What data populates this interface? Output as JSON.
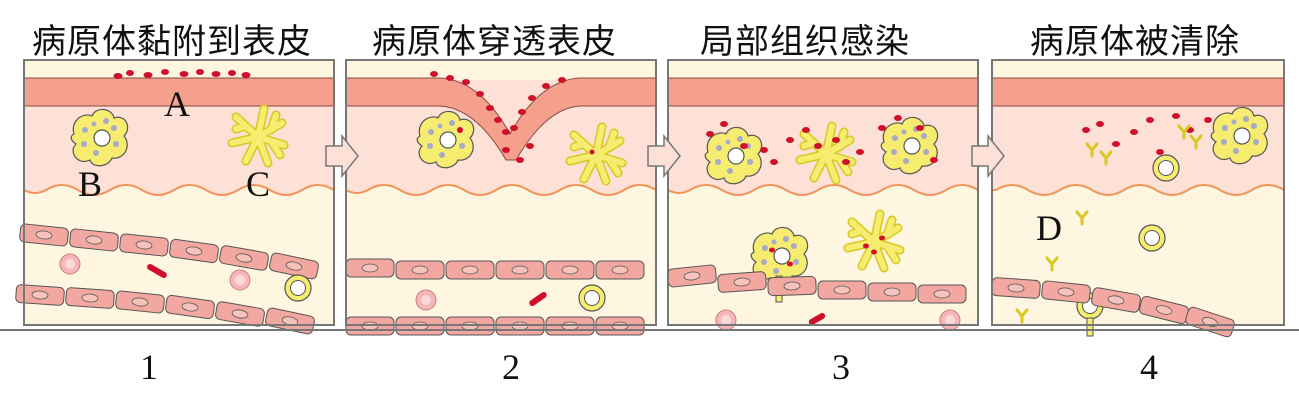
{
  "panels": [
    {
      "title": "病原体黏附到表皮",
      "number": "1"
    },
    {
      "title": "病原体穿透表皮",
      "number": "2"
    },
    {
      "title": "局部组织感染",
      "number": "3"
    },
    {
      "title": "病原体被清除",
      "number": "4"
    }
  ],
  "labels": {
    "a": "A",
    "b": "B",
    "c": "C",
    "d": "D"
  },
  "colors": {
    "epidermis": "#f4a08c",
    "dermis": "#fde0d6",
    "subcutis": "#fff6e2",
    "vessel_cell": "#f2a8a0",
    "pathogen": "#d0102a",
    "immune_cell": "#f5ec70",
    "outline": "#555555"
  }
}
